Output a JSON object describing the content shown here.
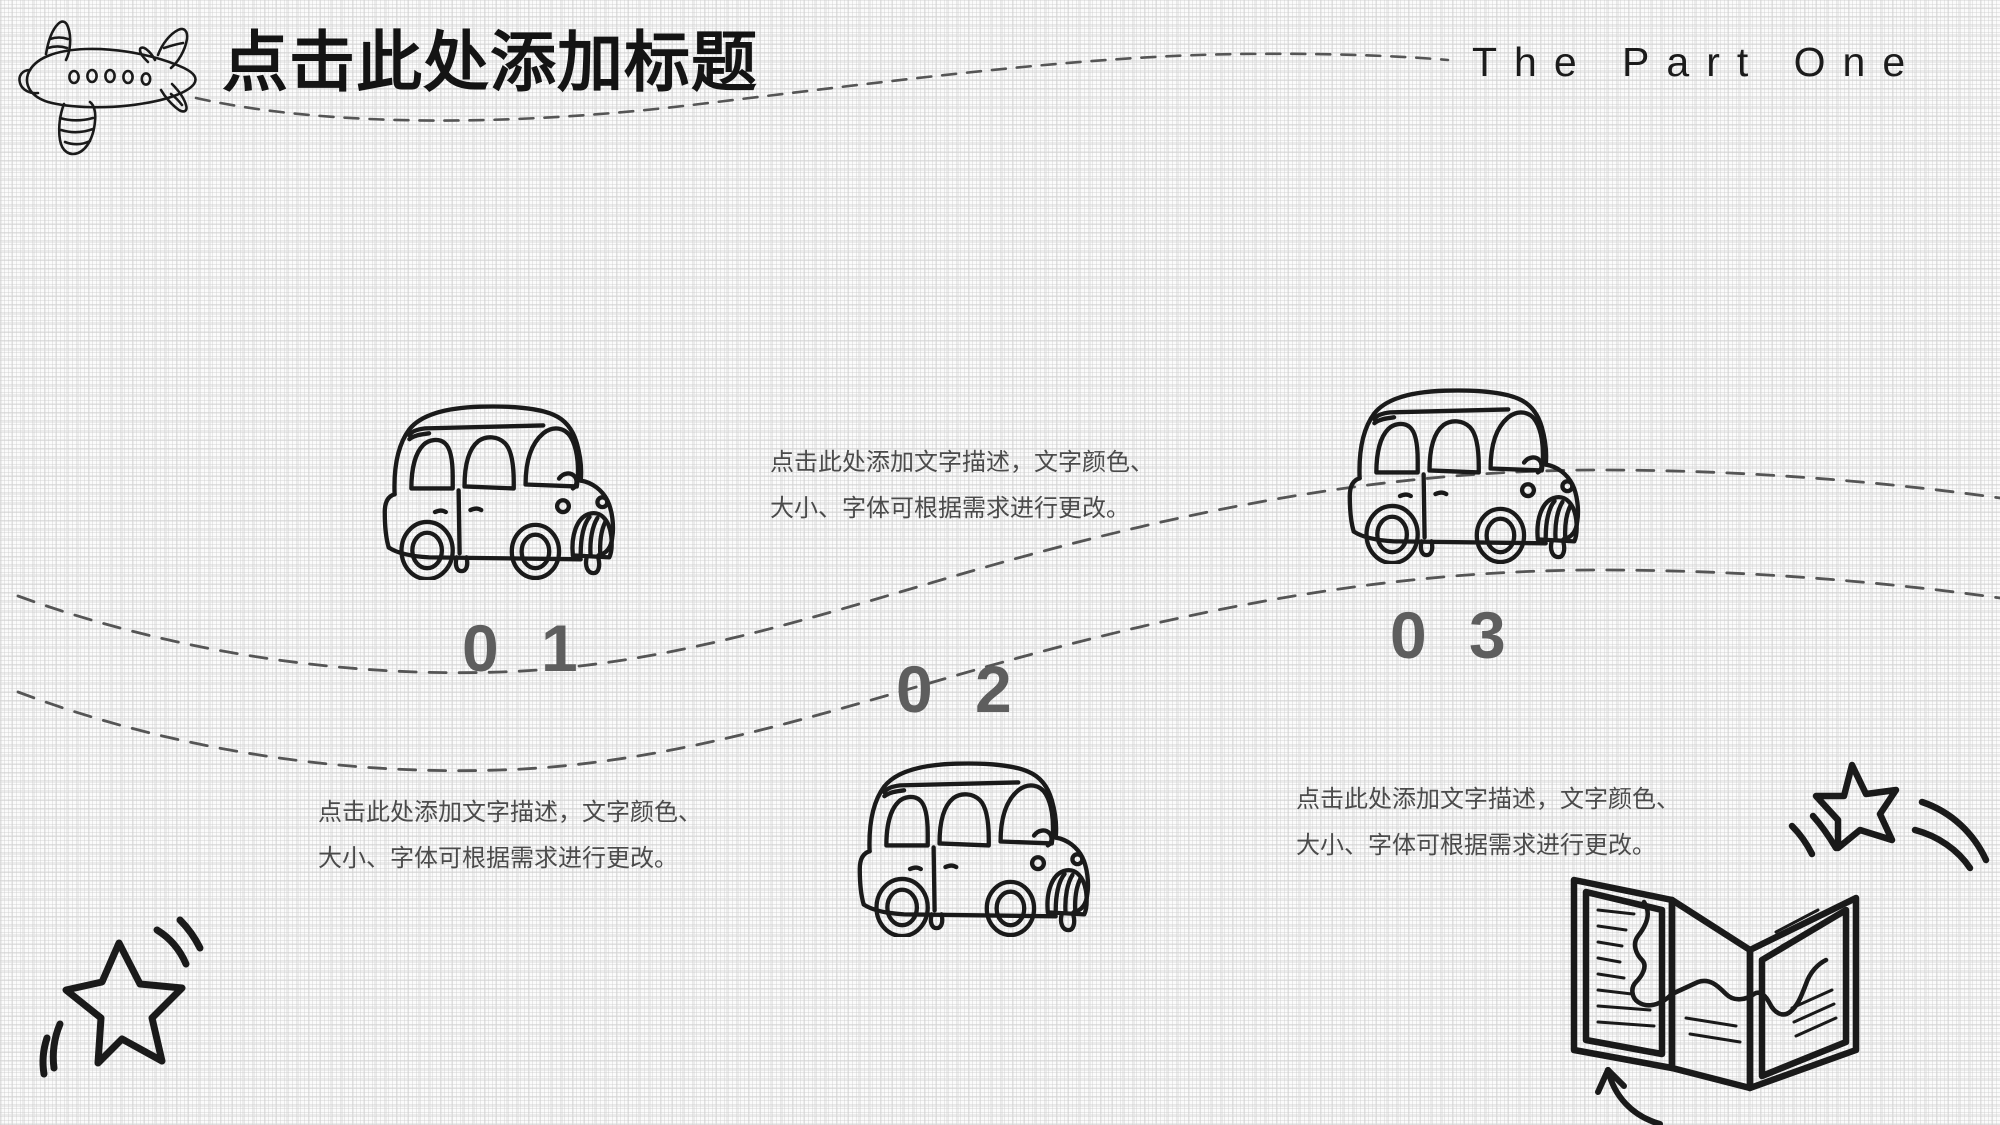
{
  "slide": {
    "background_color": "#fbfbfb",
    "ink_color": "#1a1a1a",
    "text_color": "#4b4b4b",
    "number_color": "#5e5e5e"
  },
  "header": {
    "title": "点击此处添加标题",
    "part_label": "The  Part  One",
    "plane_icon": "airplane-doodle-icon",
    "dashed_trail": "dashed-curve-divider"
  },
  "road": {
    "line_top": "dashed-wave-line-top",
    "line_bottom": "dashed-wave-line-bottom"
  },
  "items": [
    {
      "number": "0 1",
      "icon": "bus-doodle-icon",
      "text": "点击此处添加文字描述，文字颜色、\n大小、字体可根据需求进行更改。",
      "line1": "点击此处添加文字描述，文字颜色、",
      "line2": "大小、字体可根据需求进行更改。"
    },
    {
      "number": "0 2",
      "icon": "bus-doodle-icon",
      "text": "点击此处添加文字描述，文字颜色、\n大小、字体可根据需求进行更改。",
      "line1": "点击此处添加文字描述，文字颜色、",
      "line2": "大小、字体可根据需求进行更改。"
    },
    {
      "number": "0 3",
      "icon": "bus-doodle-icon",
      "text": "点击此处添加文字描述，文字颜色、\n大小、字体可根据需求进行更改。",
      "line1": "点击此处添加文字描述，文字颜色、",
      "line2": "大小、字体可根据需求进行更改。"
    }
  ],
  "decorations": {
    "star_left": "star-doodle-icon",
    "star_right": "star-doodle-icon",
    "map": "folded-map-doodle-icon",
    "arrow": "curved-arrow-icon"
  }
}
